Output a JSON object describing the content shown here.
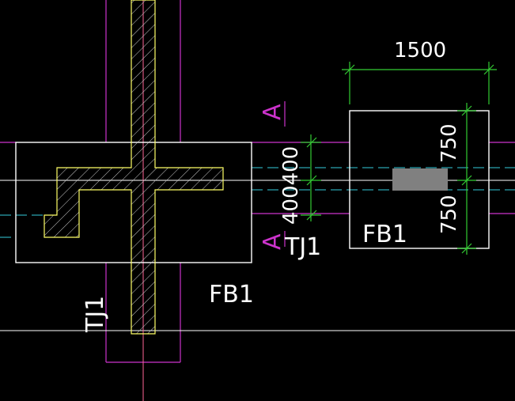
{
  "drawing": {
    "labels": {
      "tj1_upper": "TJ1",
      "tj1_lower": "TJ1",
      "fb1_left": "FB1",
      "fb1_right": "FB1",
      "section_mark_top": "A",
      "section_mark_bottom": "A"
    },
    "dimensions": {
      "vertical_left": "400400",
      "top_width": "1500",
      "right_upper": "750",
      "right_lower": "750"
    }
  },
  "colors": {
    "background": "#000000",
    "outline": "#ffffff",
    "beam_yellow": "#ffff66",
    "magenta": "#cc33cc",
    "dimension_green": "#33cc33",
    "axis_cyan": "#33ccdd",
    "gray_fill": "#808080"
  }
}
